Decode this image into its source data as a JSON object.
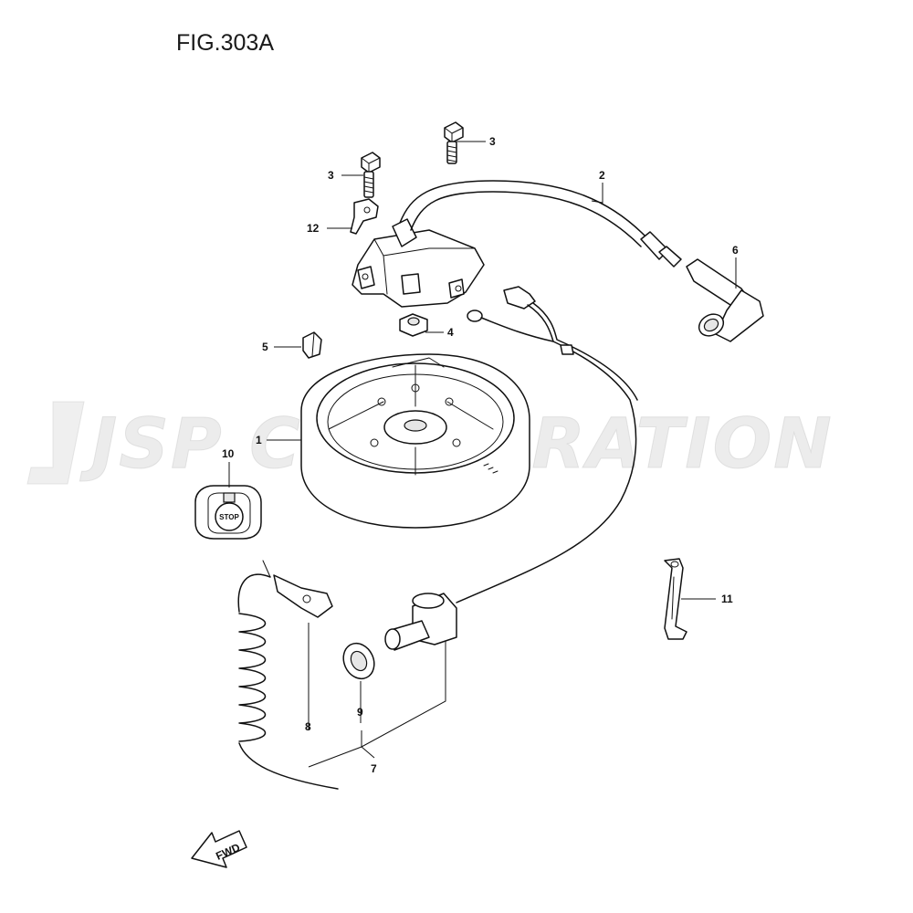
{
  "figure": {
    "title": "FIG.303A",
    "watermark": "JSP CORPORATION",
    "stop_label": "STOP",
    "fwd_label": "FWD"
  },
  "callouts": [
    {
      "id": "callout-1",
      "label": "1"
    },
    {
      "id": "callout-2",
      "label": "2"
    },
    {
      "id": "callout-3a",
      "label": "3"
    },
    {
      "id": "callout-3b",
      "label": "3"
    },
    {
      "id": "callout-4",
      "label": "4"
    },
    {
      "id": "callout-5",
      "label": "5"
    },
    {
      "id": "callout-6",
      "label": "6"
    },
    {
      "id": "callout-7",
      "label": "7"
    },
    {
      "id": "callout-8",
      "label": "8"
    },
    {
      "id": "callout-9",
      "label": "9"
    },
    {
      "id": "callout-10",
      "label": "10"
    },
    {
      "id": "callout-11",
      "label": "11"
    },
    {
      "id": "callout-12",
      "label": "12"
    }
  ]
}
